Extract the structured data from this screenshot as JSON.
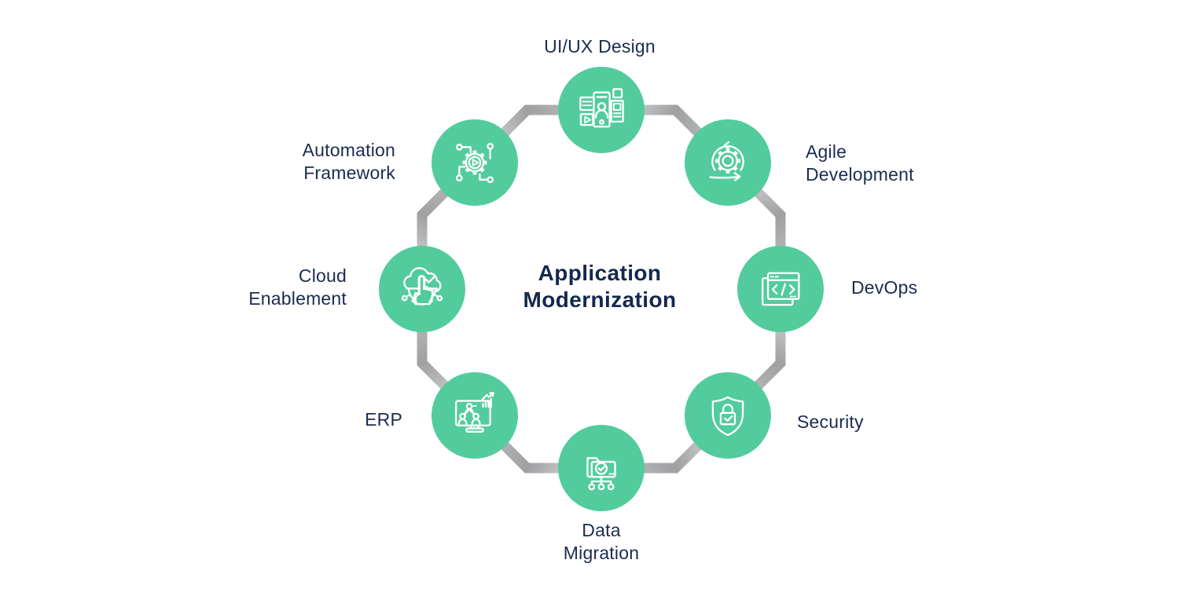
{
  "title": "Application Modernization",
  "colors": {
    "node_green": "#52CC9D",
    "text_navy": "#1B2B50",
    "title_navy": "#14284D",
    "connector_light": "#E8E8E8",
    "connector_dark": "#9FA0A2",
    "connector_mid": "#C6C7C9"
  },
  "nodes": [
    {
      "label": "UI/UX Design",
      "icon": "ui-ux-design-icon"
    },
    {
      "label": "Agile Development",
      "icon": "agile-development-icon"
    },
    {
      "label": "DevOps",
      "icon": "devops-icon"
    },
    {
      "label": "Security",
      "icon": "security-icon"
    },
    {
      "label": "Data Migration",
      "icon": "data-migration-icon"
    },
    {
      "label": "ERP",
      "icon": "erp-icon"
    },
    {
      "label": "Cloud Enablement",
      "icon": "cloud-enablement-icon"
    },
    {
      "label": "Automation Framework",
      "icon": "automation-framework-icon"
    }
  ]
}
